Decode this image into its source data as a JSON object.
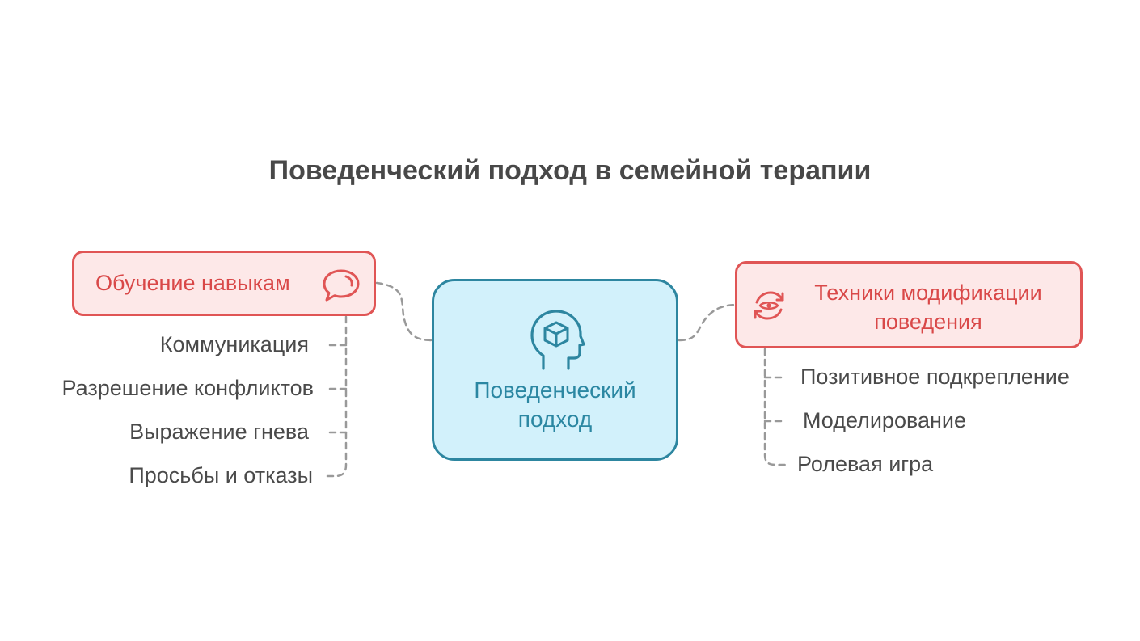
{
  "title": "Поведенческий подход в семейной терапии",
  "center": {
    "label": "Поведенческий подход",
    "icon": "head-cube-icon"
  },
  "left_branch": {
    "label": "Обучение навыкам",
    "icon": "speech-bubble-icon",
    "items": [
      "Коммуникация",
      "Разрешение конфликтов",
      "Выражение гнева",
      "Просьбы и отказы"
    ]
  },
  "right_branch": {
    "label": "Техники модификации поведения",
    "icon": "eye-cycle-icon",
    "items": [
      "Позитивное подкрепление",
      "Моделирование",
      "Ролевая игра"
    ]
  },
  "colors": {
    "title": "#484848",
    "branch_fill": "#fde8e8",
    "branch_stroke": "#e05555",
    "branch_text": "#d94848",
    "center_fill": "#d2f1fb",
    "center_stroke": "#2d86a0",
    "center_text": "#2b87a2",
    "connector": "#999999",
    "leaf_text": "#4a4a4a"
  }
}
